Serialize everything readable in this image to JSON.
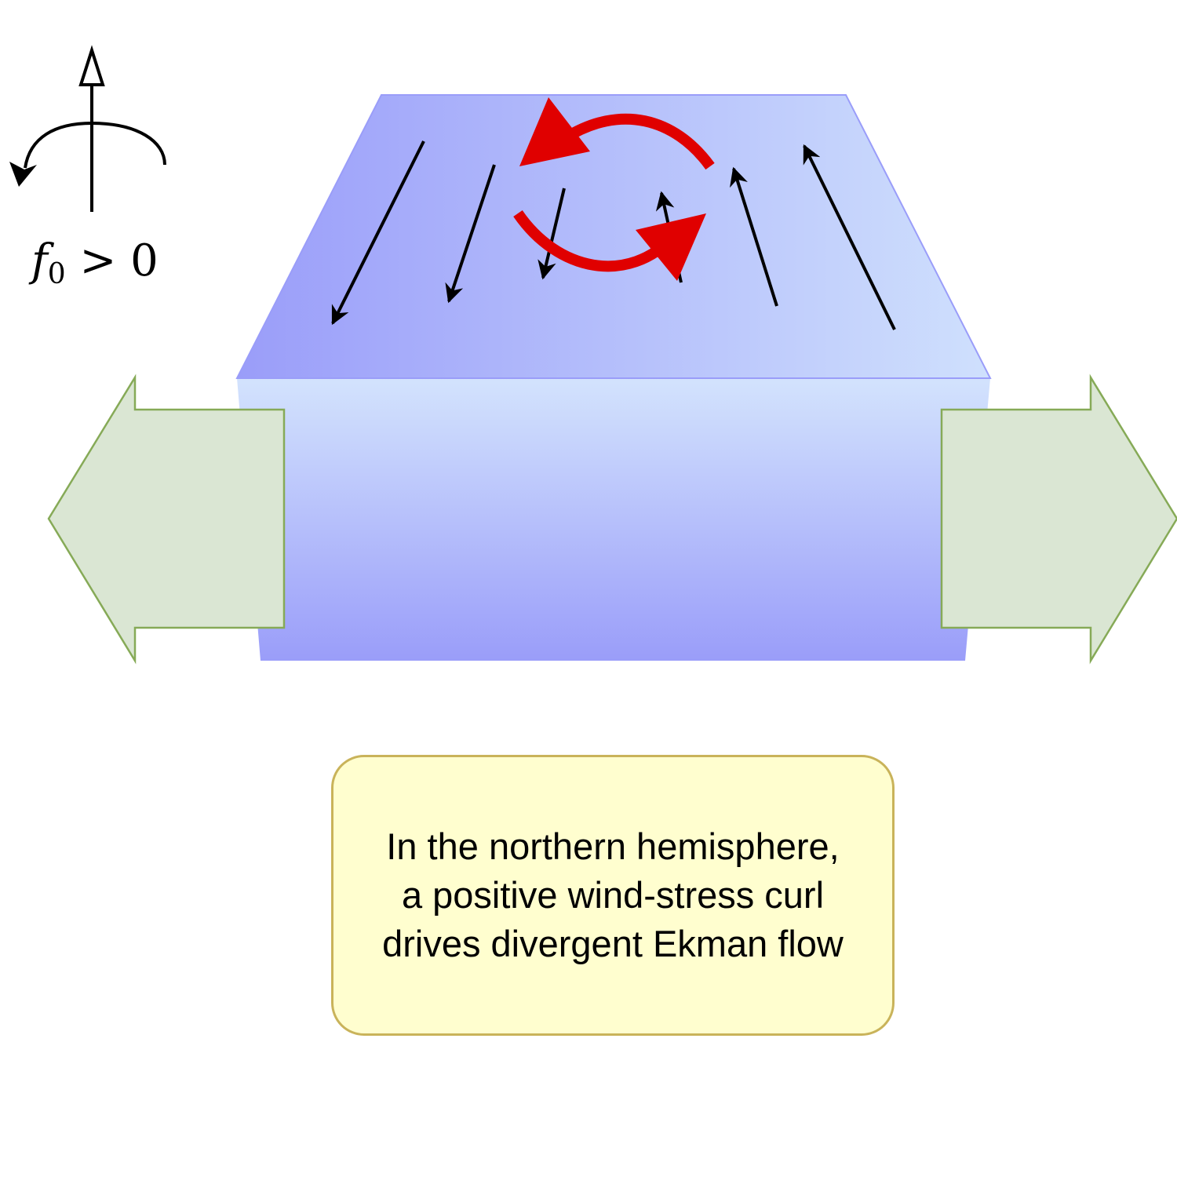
{
  "rotation_label": {
    "variable": "f",
    "subscript": "0",
    "relation": " > 0"
  },
  "caption": {
    "line1": "In the northern hemisphere,",
    "line2": "a positive wind-stress curl",
    "line3": "drives divergent Ekman flow"
  },
  "colors": {
    "box_top_light": "#cbdcfc",
    "box_top_dark": "#9a9df9",
    "box_edge": "#9a9df9",
    "divergence_arrow_fill": "#dae6d3",
    "divergence_arrow_stroke": "#86aa57",
    "curl_arrow": "#e00000",
    "wind_arrow": "#000000",
    "caption_fill": "#fffecf",
    "caption_stroke": "#c9b35a"
  },
  "icons": {
    "rotation_axis": "rotation-axis-icon",
    "curl": "curl-circulation-icon",
    "wind": "wind-stress-arrow-icon",
    "outflow": "ekman-outflow-arrow-icon"
  }
}
